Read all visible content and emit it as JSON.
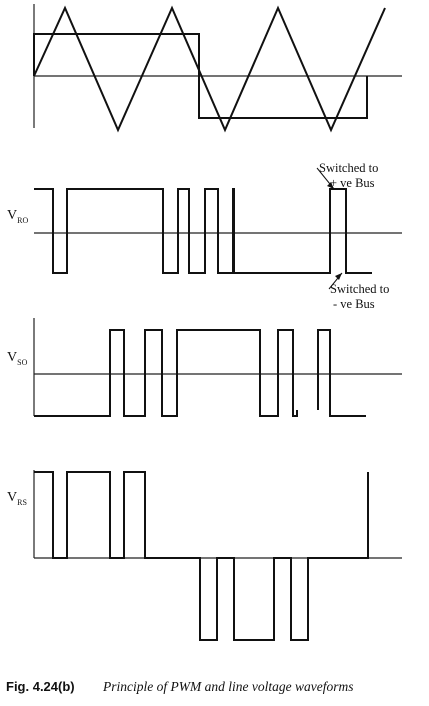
{
  "labels": {
    "v_ro_main": "V",
    "v_ro_sub": "RO",
    "v_so_main": "V",
    "v_so_sub": "SO",
    "v_rs_main": "V",
    "v_rs_sub": "RS"
  },
  "annotations": {
    "pos_line1": "Switched to",
    "pos_line2": "+ ve Bus",
    "neg_line1": "Switched to",
    "neg_line2": "- ve Bus"
  },
  "caption": {
    "number": "Fig. 4.24(b)",
    "text": "Principle of PWM and line voltage waveforms"
  }
}
